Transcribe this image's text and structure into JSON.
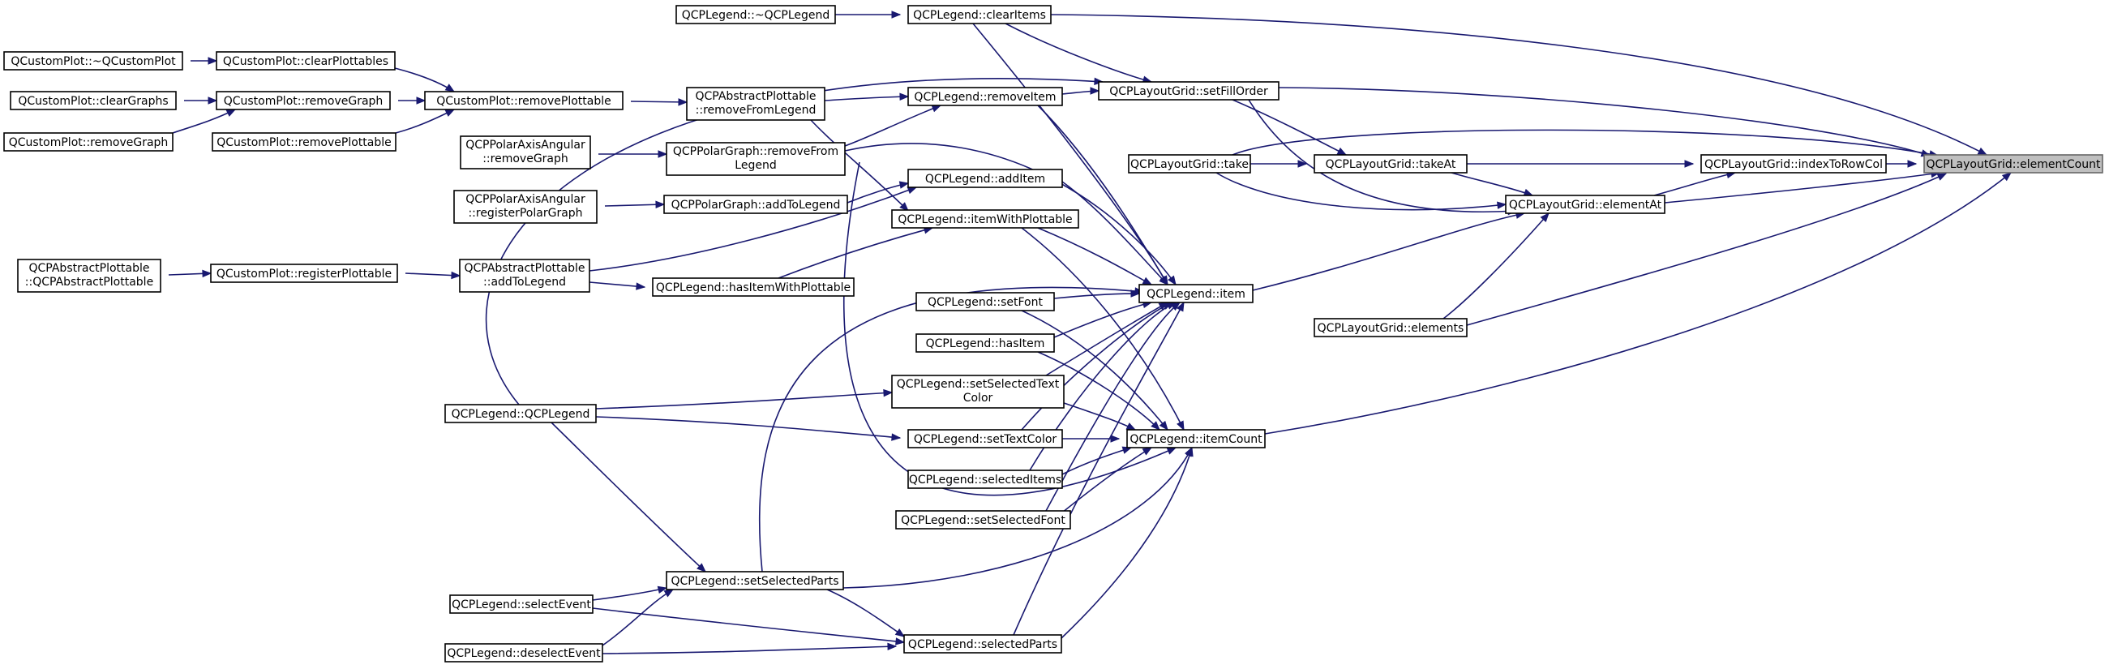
{
  "diagram": {
    "colors": {
      "edge": "#191970",
      "node_border": "#000000",
      "root_fill": "#bfbfbf",
      "root_border": "#666666"
    },
    "nodes": {
      "elementCount": [
        "QCPLayoutGrid::elementCount"
      ],
      "indexToRowCol": [
        "QCPLayoutGrid::indexToRowCol"
      ],
      "elementAt": [
        "QCPLayoutGrid::elementAt"
      ],
      "elements": [
        "QCPLayoutGrid::elements"
      ],
      "setFillOrder": [
        "QCPLayoutGrid::setFillOrder"
      ],
      "take": [
        "QCPLayoutGrid::take"
      ],
      "takeAt": [
        "QCPLayoutGrid::takeAt"
      ],
      "item": [
        "QCPLegend::item"
      ],
      "itemCount": [
        "QCPLegend::itemCount"
      ],
      "clearItems": [
        "QCPLegend::clearItems"
      ],
      "dtorLegend": [
        "QCPLegend::~QCPLegend"
      ],
      "removeItem": [
        "QCPLegend::removeItem"
      ],
      "addItem": [
        "QCPLegend::addItem"
      ],
      "itemWithPlottable": [
        "QCPLegend::itemWithPlottable"
      ],
      "hasItemWithPlottable": [
        "QCPLegend::hasItemWithPlottable"
      ],
      "setFont": [
        "QCPLegend::setFont"
      ],
      "hasItem": [
        "QCPLegend::hasItem"
      ],
      "setSelectedTextColor": [
        "QCPLegend::setSelectedText",
        "Color"
      ],
      "setTextColor": [
        "QCPLegend::setTextColor"
      ],
      "selectedItems": [
        "QCPLegend::selectedItems"
      ],
      "setSelectedFont": [
        "QCPLegend::setSelectedFont"
      ],
      "setSelectedParts": [
        "QCPLegend::setSelectedParts"
      ],
      "selectedParts": [
        "QCPLegend::selectedParts"
      ],
      "selectEvent": [
        "QCPLegend::selectEvent"
      ],
      "deselectEvent": [
        "QCPLegend::deselectEvent"
      ],
      "ctorLegend": [
        "QCPLegend::QCPLegend"
      ],
      "apRemoveFromLegend": [
        "QCPAbstractPlottable",
        "::removeFromLegend"
      ],
      "pgRemoveFromLegend": [
        "QCPPolarGraph::removeFrom",
        "Legend"
      ],
      "pgAddToLegend": [
        "QCPPolarGraph::addToLegend"
      ],
      "apAddToLegend": [
        "QCPAbstractPlottable",
        "::addToLegend"
      ],
      "removePlottable": [
        "QCustomPlot::removePlottable"
      ],
      "paaRemoveGraph": [
        "QCPPolarAxisAngular",
        "::removeGraph"
      ],
      "paaRegisterPolarGraph": [
        "QCPPolarAxisAngular",
        "::registerPolarGraph"
      ],
      "clearPlottables": [
        "QCustomPlot::clearPlottables"
      ],
      "removeGraph": [
        "QCustomPlot::removeGraph"
      ],
      "removePlottable2": [
        "QCustomPlot::removePlottable"
      ],
      "registerPlottable": [
        "QCustomPlot::registerPlottable"
      ],
      "dtorCustomPlot": [
        "QCustomPlot::~QCustomPlot"
      ],
      "clearGraphs": [
        "QCustomPlot::clearGraphs"
      ],
      "removeGraph2": [
        "QCustomPlot::removeGraph"
      ],
      "apCtor": [
        "QCPAbstractPlottable",
        "::QCPAbstractPlottable"
      ]
    }
  }
}
